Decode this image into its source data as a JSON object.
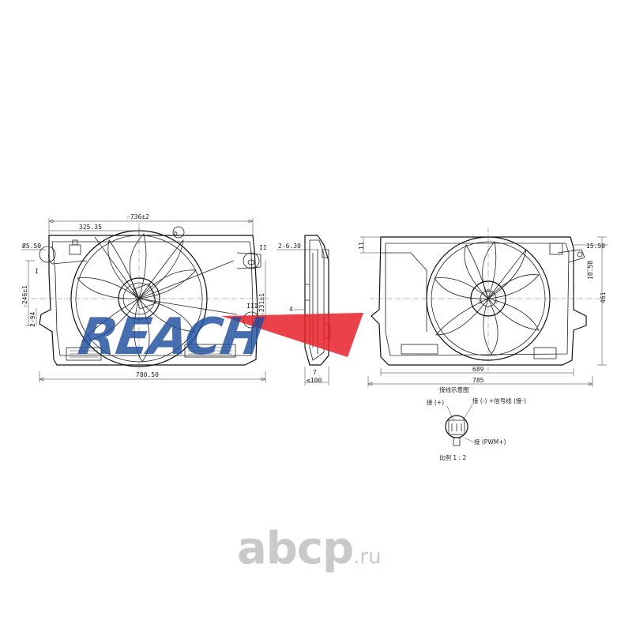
{
  "front_view": {
    "overall_width_top": "☆736±2",
    "hub_offset": "325.35",
    "hole_dia": "Ø5.50",
    "detail_b": "b",
    "mark_left": "I",
    "mark_right_top": "II",
    "mark_right_bottom": "III",
    "height_left": "☆246±1",
    "height_left_small": "2-94",
    "height_right": "☆231±1",
    "bottom_width": "780.50"
  },
  "side_view": {
    "hole_spec": "2-6.30",
    "label_4": "4",
    "depth_small": "7",
    "depth": "≤100"
  },
  "rear_view": {
    "top_offset": "11",
    "right_offset_top": "15.50",
    "right_offset_mid": "10.50",
    "height": "461",
    "inner_width": "689",
    "overall_width": "785"
  },
  "wiring": {
    "title": "接线示意图",
    "pin_plus": "接 (+)",
    "pin_minus_signal": "接 (-) +信号线 (接-)",
    "pin_pwm": "接 (PWM+)",
    "scale": "比例 1 : 2"
  },
  "watermark": {
    "reach": "REACH",
    "brand_main": "abcp",
    "brand_suffix": ".ru"
  },
  "colors": {
    "watermark_blue": "#1f4e9c",
    "watermark_red": "#e8202a",
    "brand_gray": "#c9c9c9"
  }
}
